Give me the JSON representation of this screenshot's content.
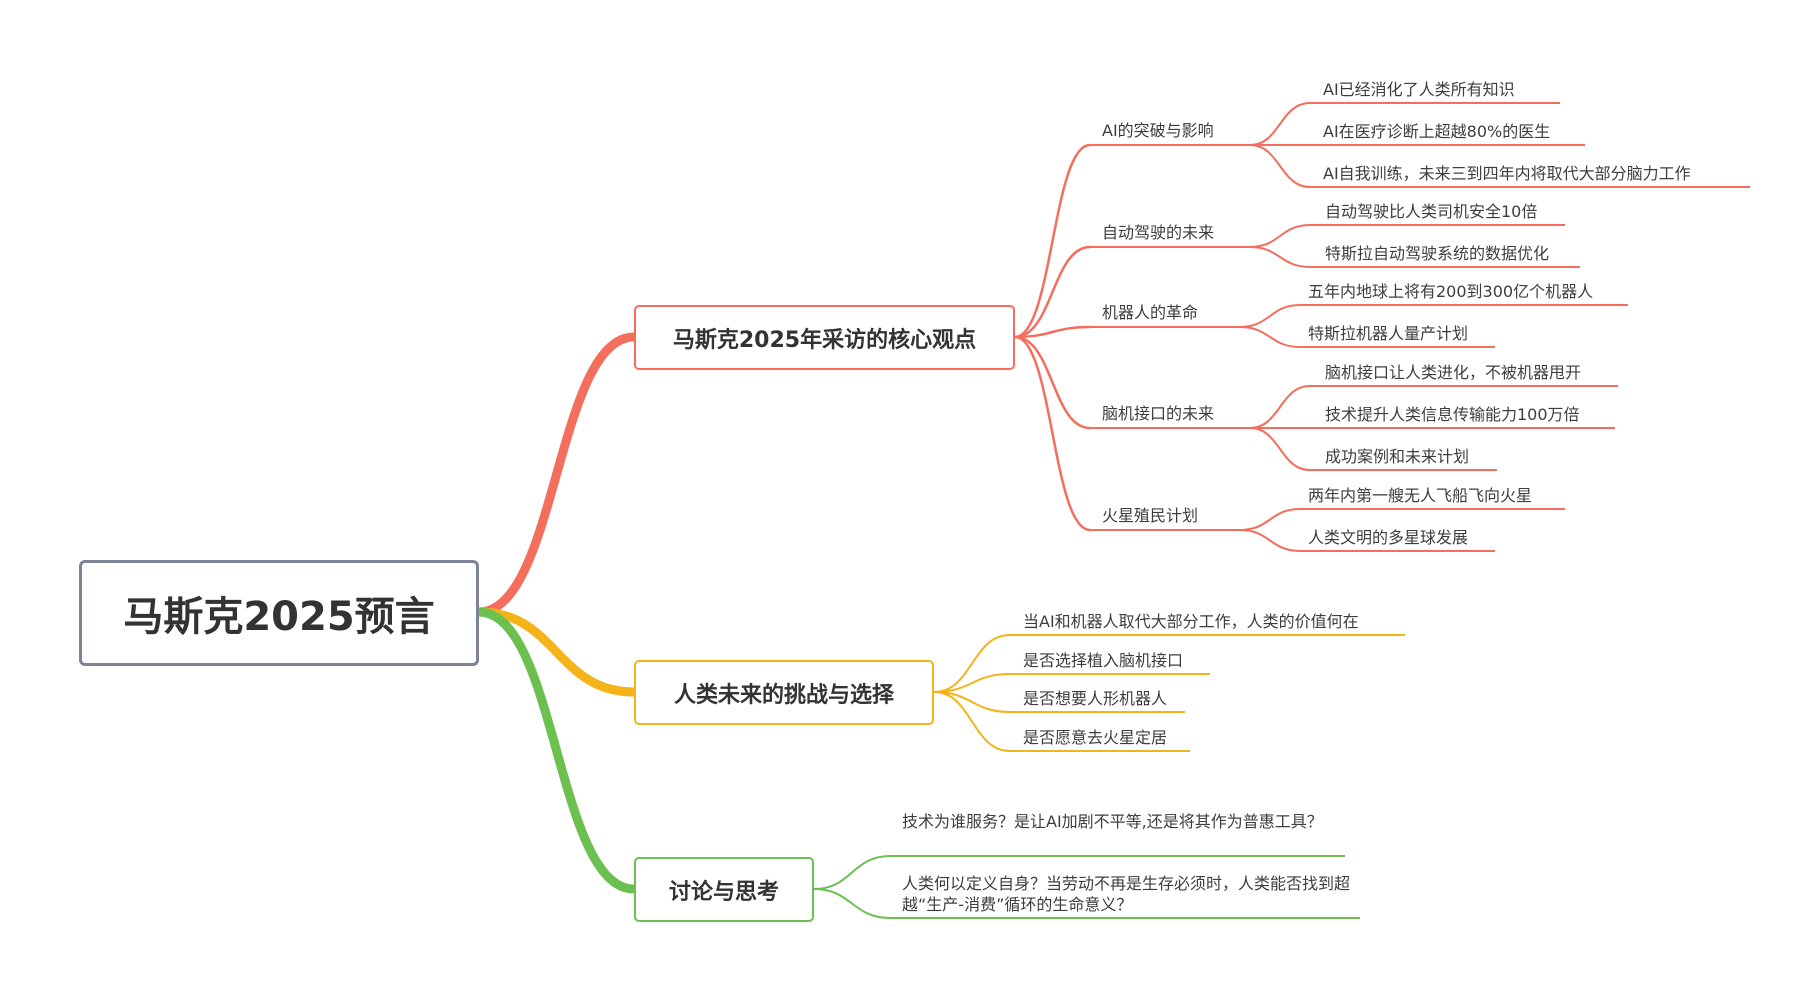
{
  "colors": {
    "red": "#f36e5d",
    "yellow": "#f5b31a",
    "green": "#6cc050",
    "root_border": "#7b8596"
  },
  "root": {
    "label": "马斯克2025预言"
  },
  "branches": [
    {
      "label": "马斯克2025年采访的核心观点",
      "color": "#f36e5d",
      "topics": [
        {
          "label": "AI的突破与影响",
          "items": [
            "AI已经消化了人类所有知识",
            "AI在医疗诊断上超越80%的医生",
            "AI自我训练，未来三到四年内将取代大部分脑力工作"
          ]
        },
        {
          "label": "自动驾驶的未来",
          "items": [
            "自动驾驶比人类司机安全10倍",
            "特斯拉自动驾驶系统的数据优化"
          ]
        },
        {
          "label": "机器人的革命",
          "items": [
            "五年内地球上将有200到300亿个机器人",
            "特斯拉机器人量产计划"
          ]
        },
        {
          "label": "脑机接口的未来",
          "items": [
            "脑机接口让人类进化，不被机器甩开",
            "技术提升人类信息传输能力100万倍",
            "成功案例和未来计划"
          ]
        },
        {
          "label": "火星殖民计划",
          "items": [
            "两年内第一艘无人飞船飞向火星",
            "人类文明的多星球发展"
          ]
        }
      ]
    },
    {
      "label": "人类未来的挑战与选择",
      "color": "#f5b31a",
      "items": [
        "当AI和机器人取代大部分工作，人类的价值何在",
        "是否选择植入脑机接口",
        "是否想要人形机器人",
        "是否愿意去火星定居"
      ]
    },
    {
      "label": "讨论与思考",
      "color": "#6cc050",
      "items": [
        "技术为谁服务？是让AI加剧不平等,还是将其作为普惠工具？",
        "人类何以定义自身？当劳动不再是生存必须时，人类能否找到超越“生产-消费”循环的生命意义？"
      ]
    }
  ]
}
